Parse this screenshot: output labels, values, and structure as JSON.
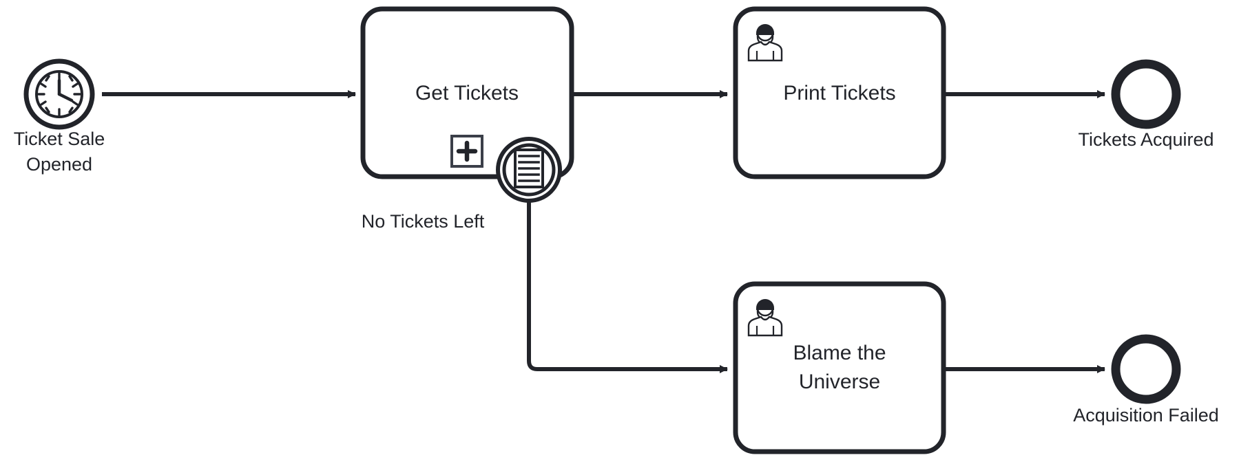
{
  "diagram": {
    "type": "bpmn-process",
    "title": "Ticket Acquisition Process",
    "colors": {
      "stroke": "#22242a",
      "fill": "#ffffff",
      "background": "#ffffff"
    },
    "nodes": [
      {
        "id": "start-event",
        "kind": "start-event-timer",
        "icon": "clock-icon",
        "label": "Ticket Sale\nOpened",
        "label_line1": "Ticket Sale",
        "label_line2": "Opened"
      },
      {
        "id": "get-tickets",
        "kind": "collapsed-subprocess",
        "label": "Get Tickets",
        "marker": "plus-icon"
      },
      {
        "id": "no-tickets-left",
        "kind": "boundary-event-conditional",
        "icon": "conditional-list-icon",
        "label": "No Tickets Left"
      },
      {
        "id": "print-tickets",
        "kind": "user-task",
        "icon": "user-icon",
        "label": "Print Tickets"
      },
      {
        "id": "tickets-acquired",
        "kind": "end-event",
        "label": "Tickets Acquired"
      },
      {
        "id": "blame-the-universe",
        "kind": "user-task",
        "icon": "user-icon",
        "label": "Blame the\nUniverse",
        "label_line1": "Blame the",
        "label_line2": "Universe"
      },
      {
        "id": "acquisition-failed",
        "kind": "end-event",
        "label": "Acquisition Failed"
      }
    ],
    "flows": [
      {
        "id": "flow-start-to-get",
        "from": "start-event",
        "to": "get-tickets"
      },
      {
        "id": "flow-get-to-print",
        "from": "get-tickets",
        "to": "print-tickets"
      },
      {
        "id": "flow-print-to-acquired",
        "from": "print-tickets",
        "to": "tickets-acquired"
      },
      {
        "id": "flow-boundary-to-blame",
        "from": "no-tickets-left",
        "to": "blame-the-universe"
      },
      {
        "id": "flow-blame-to-failed",
        "from": "blame-the-universe",
        "to": "acquisition-failed"
      }
    ]
  }
}
